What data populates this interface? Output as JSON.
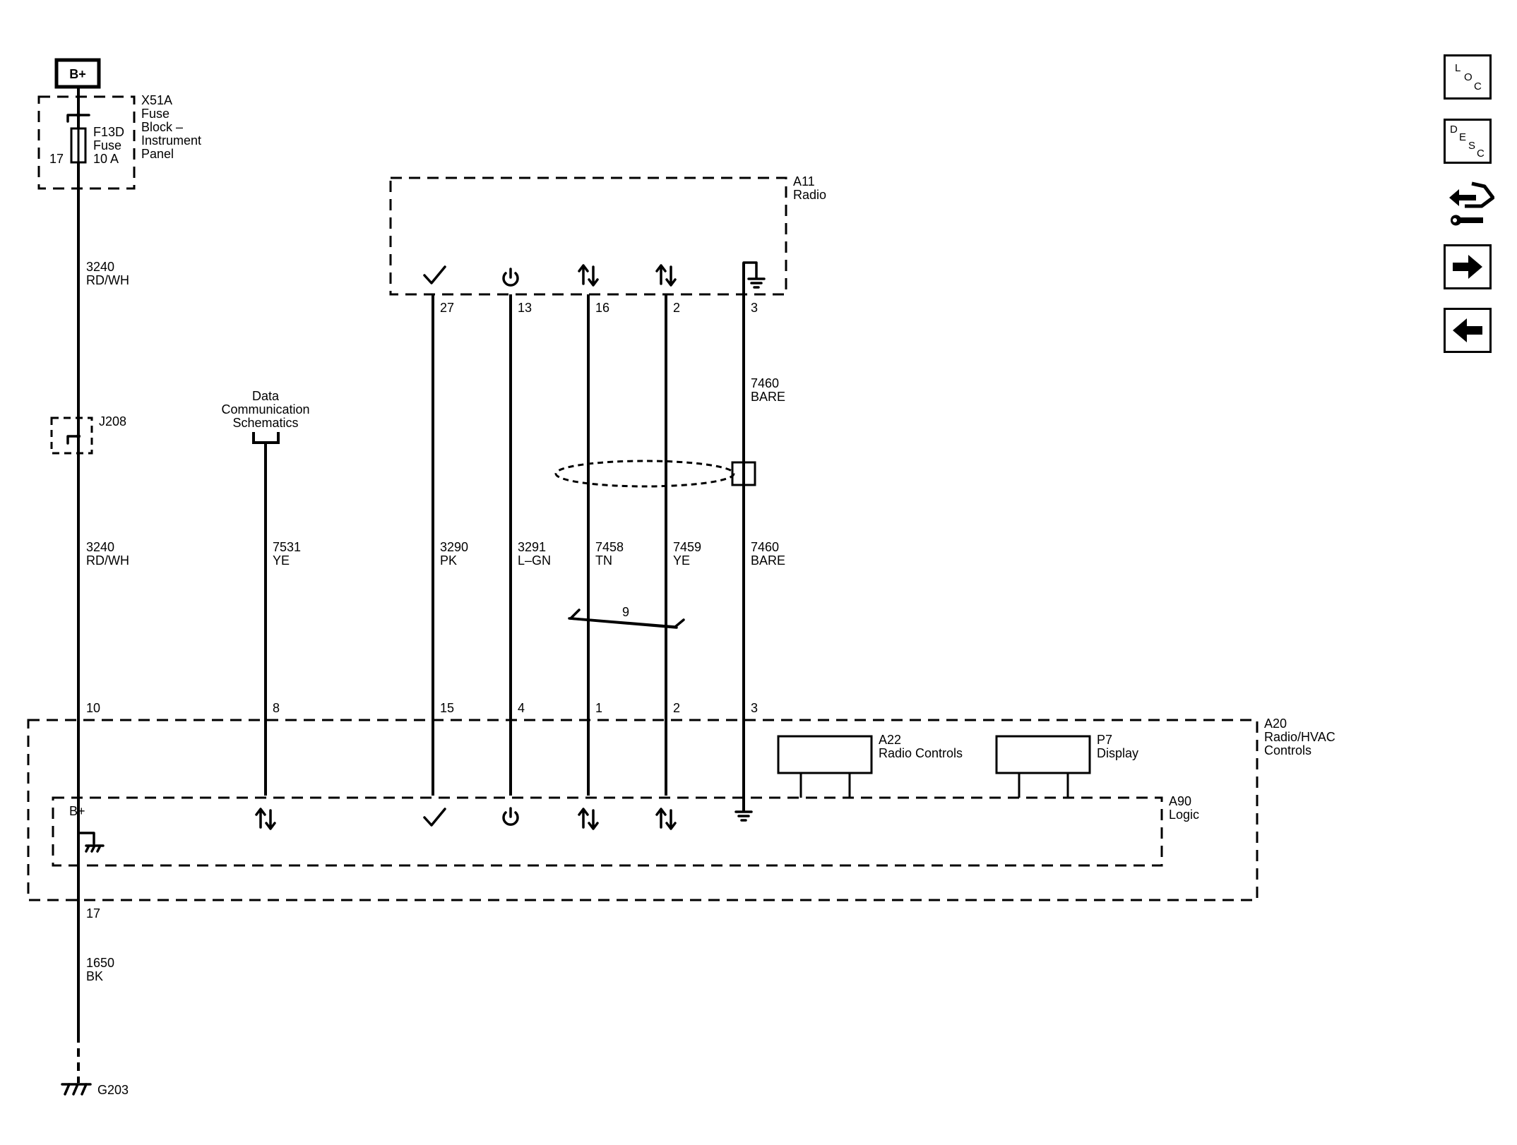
{
  "power": {
    "label": "B+"
  },
  "fuse_block": {
    "ref": "X51A",
    "lines": [
      "Fuse",
      "Block –",
      "Instrument",
      "Panel"
    ],
    "fuse_ref": "F13D",
    "fuse_name": "Fuse",
    "fuse_rating": "10 A",
    "pin": "17"
  },
  "b_plus_circuit": {
    "upper": {
      "number": "3240",
      "color": "RD/WH"
    },
    "splice": "J208",
    "lower": {
      "number": "3240",
      "color": "RD/WH"
    },
    "pin": "10"
  },
  "data_link": {
    "lines": [
      "Data",
      "Communication",
      "Schematics"
    ],
    "number": "7531",
    "color": "YE",
    "pin": "8"
  },
  "radio": {
    "ref": "A11",
    "name": "Radio"
  },
  "radio_circuits": [
    {
      "top_pin": "27",
      "number": "3290",
      "color": "PK",
      "bottom_pin": "15"
    },
    {
      "top_pin": "13",
      "number": "3291",
      "color": "L–GN",
      "bottom_pin": "4"
    },
    {
      "top_pin": "16",
      "number": "7458",
      "color": "TN",
      "bottom_pin": "1"
    },
    {
      "top_pin": "2",
      "number": "7459",
      "color": "YE",
      "bottom_pin": "2"
    },
    {
      "top_pin": "3",
      "number": "7460",
      "color": "BARE",
      "bottom_pin": "3"
    }
  ],
  "drain_upper": {
    "number": "7460",
    "color": "BARE"
  },
  "twist_label": "9",
  "hvac": {
    "ref": "A20",
    "line1": "Radio/HVAC",
    "line2": "Controls"
  },
  "radio_controls": {
    "ref": "A22",
    "name": "Radio Controls"
  },
  "display": {
    "ref": "P7",
    "name": "Display"
  },
  "logic": {
    "ref": "A90",
    "name": "Logic",
    "b_plus": "B+"
  },
  "ground": {
    "pin": "17",
    "number": "1650",
    "color": "BK",
    "ref": "G203"
  },
  "nav_buttons": [
    {
      "icon": "location-icon",
      "letters": [
        "L",
        "O",
        "C"
      ]
    },
    {
      "icon": "description-icon",
      "letters": [
        "D",
        "E",
        "S",
        "C"
      ]
    },
    {
      "icon": "connector-wrench-icon"
    },
    {
      "icon": "arrow-right-icon"
    },
    {
      "icon": "arrow-left-icon"
    }
  ]
}
